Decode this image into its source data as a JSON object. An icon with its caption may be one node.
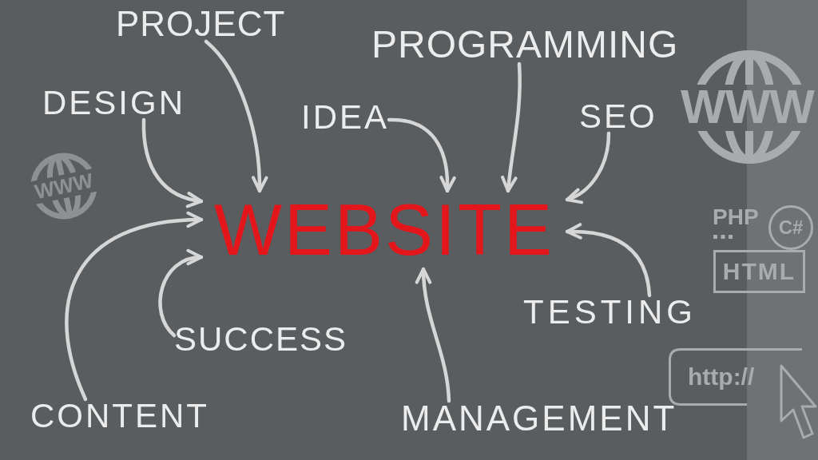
{
  "diagram": {
    "nodes": [
      {
        "text": [
          "PROJECT"
        ]
      },
      {
        "text": [
          "PROGRAMMING"
        ]
      },
      {
        "text": [
          "DESIGN"
        ]
      },
      {
        "text": [
          "IDEA"
        ]
      },
      {
        "text": [
          "SEO"
        ]
      },
      {
        "text": [
          "WEBSITE"
        ]
      },
      {
        "text": [
          "C#"
        ]
      },
      {
        "text": [
          "HTML"
        ]
      },
      {
        "text": [
          "TESTING"
        ]
      },
      {
        "text": [
          "SUCCESS"
        ]
      },
      {
        "text": [
          "http://"
        ]
      },
      {
        "text": [
          "CONTENT"
        ]
      },
      {
        "text": [
          "MANAGEMENT"
        ]
      }
    ],
    "edges": [
      {
        "from": 0,
        "to": 5,
        "arrow": "to"
      },
      {
        "from": 1,
        "to": 5,
        "arrow": "to"
      },
      {
        "from": 2,
        "to": 5,
        "arrow": "to"
      },
      {
        "from": 3,
        "to": 5,
        "arrow": "to"
      },
      {
        "from": 4,
        "to": 5,
        "arrow": "to"
      },
      {
        "from": 8,
        "to": 5,
        "arrow": "to"
      },
      {
        "from": 9,
        "to": 5,
        "arrow": "to"
      },
      {
        "from": 11,
        "to": 5,
        "arrow": "to"
      },
      {
        "from": 12,
        "to": 5,
        "arrow": "to"
      }
    ],
    "labels": [
      "WWW",
      "WWW",
      "PHP"
    ]
  }
}
